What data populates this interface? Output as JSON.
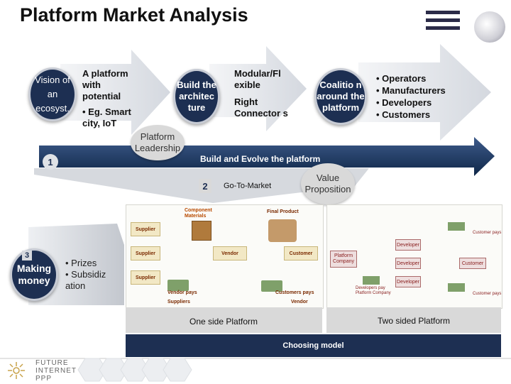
{
  "slide": {
    "title": "Platform Market Analysis"
  },
  "row1": {
    "circle1": "Vision of an ecosyst.",
    "text1": {
      "line1": "A platform with potential",
      "bullet": "• Eg. Smart city, IoT"
    },
    "circle2": "Build the architec ture",
    "text2": {
      "line1": "Modular/Fl exible",
      "line2": "Right Connector s"
    },
    "circle3": "Coalitio n around the platform",
    "list": [
      "• Operators",
      "• Manufacturers",
      "• Developers",
      "• Customers"
    ]
  },
  "leadership": {
    "label": "Platform Leadership",
    "number": "1",
    "arrow_text": "Build  and Evolve the platform"
  },
  "gtm": {
    "number": "2",
    "label": "Go-To-Market",
    "value_prop": "Value Proposition"
  },
  "money": {
    "number": "3",
    "label": "Making money",
    "items": [
      "• Prizes",
      "• Subsidiz ation"
    ]
  },
  "diagram": {
    "left_labels": {
      "component_materials": "Component Materials",
      "final_product": "Final Product",
      "supplier1": "Supplier",
      "supplier2": "Supplier",
      "supplier3": "Supplier",
      "vendor": "Vendor",
      "customer": "Customer",
      "vendor_pays": "Vendor pays",
      "customers_pays": "Customers pays",
      "suppliers": "Suppliers",
      "vendor2": "Vendor"
    },
    "right_labels": {
      "platform": "Platform",
      "company": "Company",
      "developer1": "Developer",
      "developer2": "Developer",
      "developer3": "Developer",
      "customer": "Customer",
      "customer_pays": "Customer pays",
      "customer_pays2": "Customer pays",
      "developers_pay": "Developers pay Platform Company"
    },
    "one_side": "One side Platform",
    "two_sided": "Two sided Platform",
    "choosing": "Choosing model"
  },
  "footer": {
    "logo_line1": "FUTURE",
    "logo_line2": "INTERNET",
    "logo_line3": "PPP"
  }
}
